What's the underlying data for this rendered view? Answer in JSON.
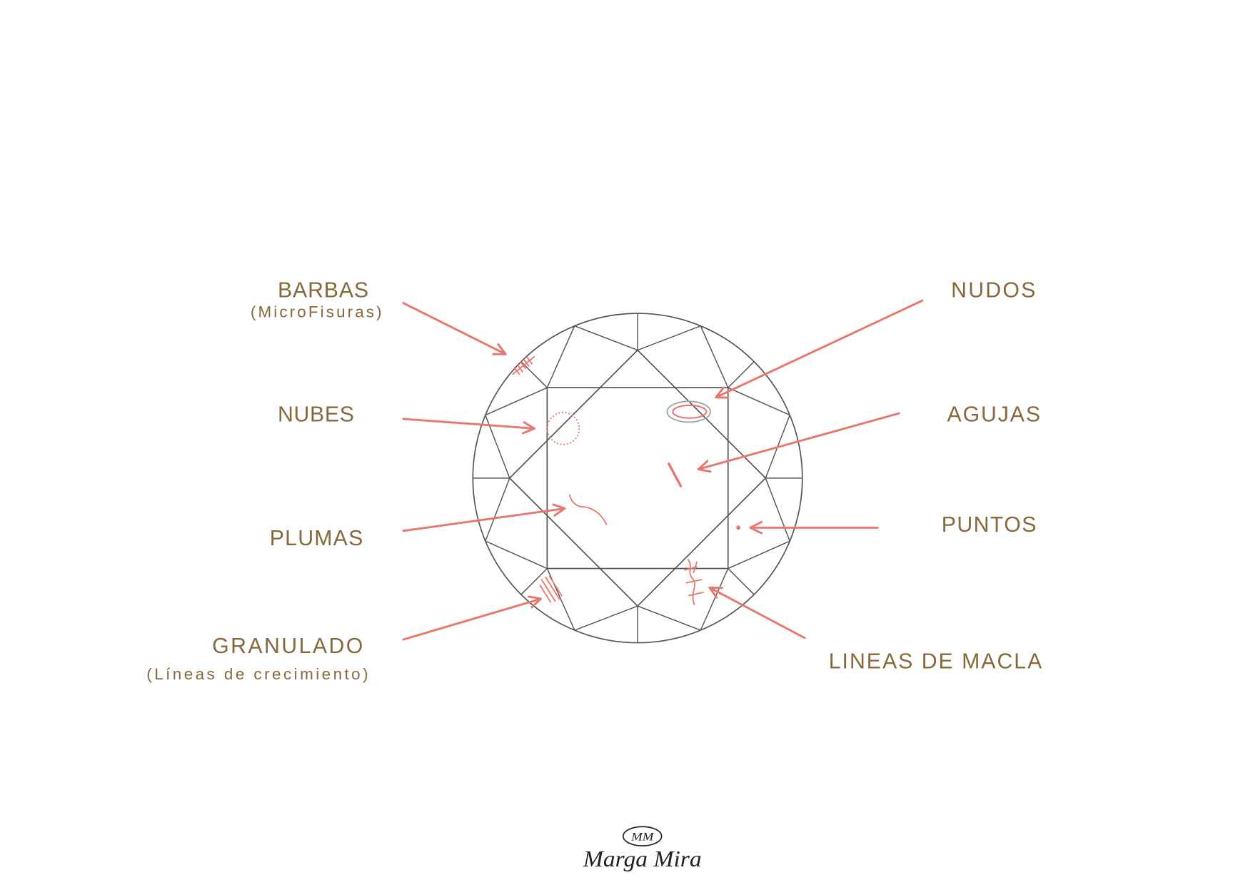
{
  "diagram": {
    "left_labels": {
      "barbas": "BARBAS",
      "barbas_note": "(MicroFisuras)",
      "nubes": "NUBES",
      "plumas": "PLUMAS",
      "granulado": "GRANULADO",
      "granulado_note": "(Líneas de crecimiento)"
    },
    "right_labels": {
      "nudos": "NUDOS",
      "agujas": "AGUJAS",
      "puntos": "PUNTOS",
      "lineas_de_macla": "LINEAS DE MACLA"
    }
  },
  "logo": {
    "monogram": "MM",
    "name": "Marga Mira"
  },
  "colors": {
    "label": "#85693d",
    "annotation": "#e8766c",
    "outline": "#555555",
    "background": "#ffffff"
  }
}
